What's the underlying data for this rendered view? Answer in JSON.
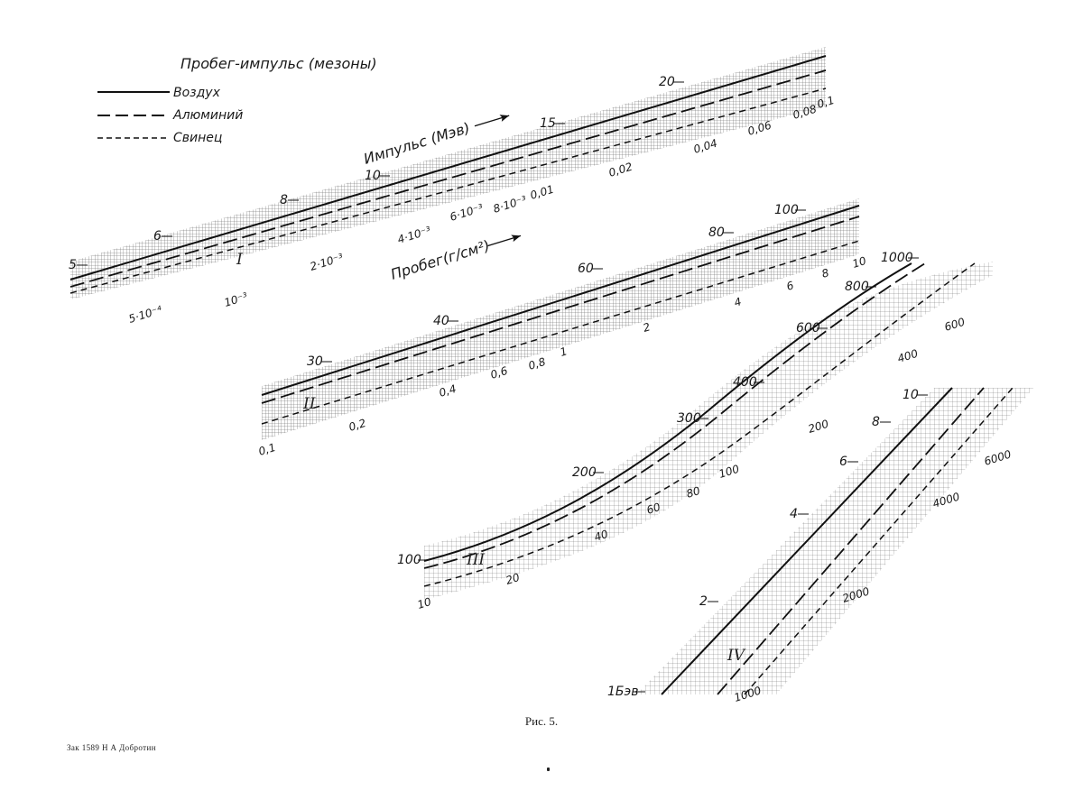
{
  "figure": {
    "caption": "Рис. 5.",
    "footer": "Зак 1589 Н А Добротин",
    "legend": {
      "title": "Пробег-импульс (мезоны)",
      "items": [
        {
          "label": "Воздух",
          "style": "solid"
        },
        {
          "label": "Алюминий",
          "style": "long-dash"
        },
        {
          "label": "Свинец",
          "style": "short-dash"
        }
      ]
    },
    "axis_titles": {
      "momentum": "Импульс (Мэв)",
      "range": "Пробег(г/см²)"
    }
  },
  "chart_data": [
    {
      "type": "line",
      "panel": "I",
      "momentum_ticks": [
        "5",
        "6",
        "8",
        "10",
        "15",
        "20"
      ],
      "range_ticks": [
        "5·10⁻⁴",
        "10⁻³",
        "2·10⁻³",
        "4·10⁻³",
        "6·10⁻³",
        "8·10⁻³",
        "0,01",
        "0,02",
        "0,04",
        "0,06",
        "0,08",
        "0,1"
      ],
      "series": [
        {
          "name": "Воздух"
        },
        {
          "name": "Алюминий"
        },
        {
          "name": "Свинец"
        }
      ]
    },
    {
      "type": "line",
      "panel": "II",
      "momentum_ticks": [
        "30",
        "40",
        "60",
        "80",
        "100"
      ],
      "range_ticks": [
        "0,1",
        "0,2",
        "0,4",
        "0,6",
        "0,8",
        "1",
        "2",
        "4",
        "6",
        "8",
        "10"
      ],
      "series": [
        {
          "name": "Воздух"
        },
        {
          "name": "Алюминий"
        },
        {
          "name": "Свинец"
        }
      ]
    },
    {
      "type": "line",
      "panel": "III",
      "momentum_ticks": [
        "100",
        "200",
        "300",
        "400",
        "600",
        "800",
        "1000"
      ],
      "range_ticks": [
        "10",
        "20",
        "40",
        "60",
        "80",
        "100",
        "200",
        "400",
        "600"
      ],
      "series": [
        {
          "name": "Воздух"
        },
        {
          "name": "Алюминий"
        },
        {
          "name": "Свинец"
        }
      ]
    },
    {
      "type": "line",
      "panel": "IV",
      "momentum_ticks": [
        "1Бэв",
        "2",
        "4",
        "6",
        "8",
        "10"
      ],
      "range_ticks": [
        "1000",
        "2000",
        "4000",
        "6000"
      ],
      "series": [
        {
          "name": "Воздух"
        },
        {
          "name": "Алюминий"
        },
        {
          "name": "Свинец"
        }
      ]
    }
  ]
}
